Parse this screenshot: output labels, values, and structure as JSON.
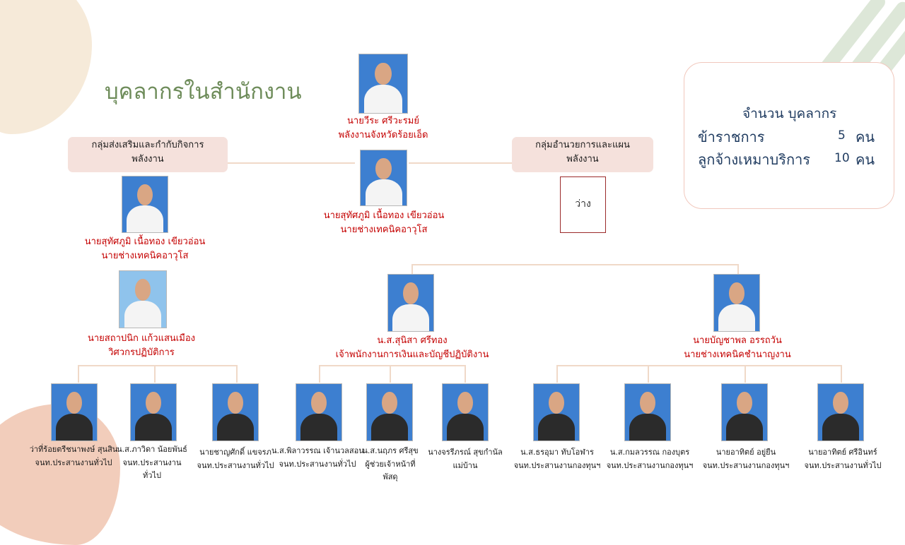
{
  "page_title": "บุคลากรในสำนักงาน",
  "summary": {
    "heading": "จำนวน บุคลากร",
    "rows": [
      {
        "label": "ข้าราชการ",
        "count": "5",
        "unit": "คน"
      },
      {
        "label": "ลูกจ้างเหมาบริการ",
        "count": "10",
        "unit": "คน"
      }
    ]
  },
  "vacant_label": "ว่าง",
  "top": {
    "name": "นายวีระ ศรีวะรมย์",
    "title": "พลังงานจังหวัดร้อยเอ็ด"
  },
  "deputy": {
    "name": "นายสุทัศภูมิ เนื้อทอง เขียวอ่อน",
    "title": "นายช่างเทคนิคอาวุโส"
  },
  "groups": {
    "left": {
      "line1": "กลุ่มส่งเสริมและกำกับกิจการ",
      "line2": "พลังงาน"
    },
    "right": {
      "line1": "กลุ่มอำนวยการและแผน",
      "line2": "พลังงาน"
    }
  },
  "left_col": {
    "lead": {
      "name": "นายสุทัศภูมิ เนื้อทอง เขียวอ่อน",
      "title": "นายช่างเทคนิคอาวุโส"
    },
    "second": {
      "name": "นายสถาปนิก แก้วแสนเมือง",
      "title": "วิศวกรปฏิบัติการ"
    }
  },
  "mid_lead": {
    "name": "น.ส.สุนิสา ศรีทอง",
    "title": "เจ้าพนักงานการเงินและบัญชีปฏิบัติงาน"
  },
  "right_lead": {
    "name": "นายบัญชาพล อรรถวัน",
    "title": "นายช่างเทคนิคชำนาญงาน"
  },
  "staff": [
    {
      "name": "ว่าที่ร้อยตรีชนาพงษ์ สุนสิน",
      "title1": "จนท.ประสานงานทั่วไป",
      "title2": ""
    },
    {
      "name": "น.ส.ภาวิดา น้อยพันธ์",
      "title1": "จนท.ประสานงาน",
      "title2": "ทั่วไป"
    },
    {
      "name": "นายชาญศักดิ์ แขจรภ",
      "title1": "จนท.ประสานงานทั่วไป",
      "title2": ""
    },
    {
      "name": "น.ส.พิลาวรรณ เจ้านวลสอน",
      "title1": "จนท.ประสานงานทั่วไป",
      "title2": ""
    },
    {
      "name": "น.ส.นฤภร ศรีสุข",
      "title1": "ผู้ช่วยเจ้าหน้าที่",
      "title2": "พัสดุ"
    },
    {
      "name": "นางจรรีภรณ์ สุขกำนัล",
      "title1": "แม่บ้าน",
      "title2": ""
    },
    {
      "name": "น.ส.ธรอุมา ทับโอฬาร",
      "title1": "จนท.ประสานงานกองทุนฯ",
      "title2": ""
    },
    {
      "name": "น.ส.กมลวรรณ กองบุตร",
      "title1": "จนท.ประสานงานกองทุนฯ",
      "title2": ""
    },
    {
      "name": "นายอาทิตย์ อยู่ยืน",
      "title1": "จนท.ประสานงานกองทุนฯ",
      "title2": ""
    },
    {
      "name": "นายอาทิตย์ ศรีอินทร์",
      "title1": "จนท.ประสานงานทั่วไป",
      "title2": ""
    }
  ],
  "colors": {
    "accent_green": "#6e8c5a",
    "name_red": "#c40000",
    "group_box": "#f5e1dc",
    "summary_text": "#1e3a5f"
  }
}
